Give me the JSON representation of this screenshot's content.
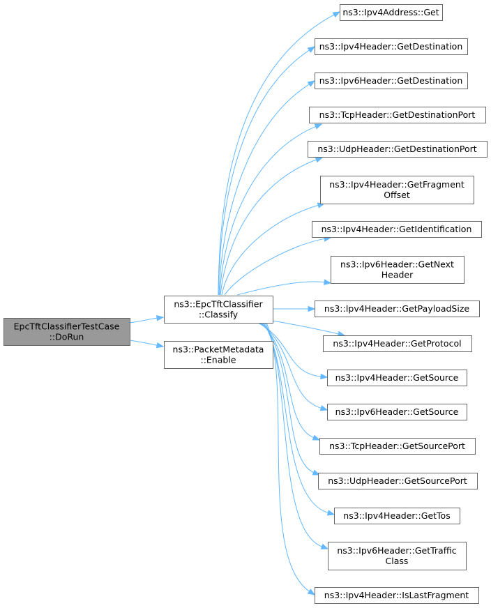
{
  "graph": {
    "root": {
      "id": "root",
      "lines": [
        "EpcTftClassifierTestCase",
        "::DoRun"
      ]
    },
    "level1": [
      {
        "id": "classify",
        "lines": [
          "ns3::EpcTftClassifier",
          "::Classify"
        ]
      },
      {
        "id": "enable",
        "lines": [
          "ns3::PacketMetadata",
          "::Enable"
        ]
      }
    ],
    "level2": [
      {
        "id": "ipv4addr_get",
        "lines": [
          "ns3::Ipv4Address::Get"
        ]
      },
      {
        "id": "ipv4_getdest",
        "lines": [
          "ns3::Ipv4Header::GetDestination"
        ]
      },
      {
        "id": "ipv6_getdest",
        "lines": [
          "ns3::Ipv6Header::GetDestination"
        ]
      },
      {
        "id": "tcp_getdestport",
        "lines": [
          "ns3::TcpHeader::GetDestinationPort"
        ]
      },
      {
        "id": "udp_getdestport",
        "lines": [
          "ns3::UdpHeader::GetDestinationPort"
        ]
      },
      {
        "id": "ipv4_getfrag",
        "lines": [
          "ns3::Ipv4Header::GetFragment",
          "Offset"
        ]
      },
      {
        "id": "ipv4_getident",
        "lines": [
          "ns3::Ipv4Header::GetIdentification"
        ]
      },
      {
        "id": "ipv6_getnext",
        "lines": [
          "ns3::Ipv6Header::GetNext",
          "Header"
        ]
      },
      {
        "id": "ipv4_getpayload",
        "lines": [
          "ns3::Ipv4Header::GetPayloadSize"
        ]
      },
      {
        "id": "ipv4_getproto",
        "lines": [
          "ns3::Ipv4Header::GetProtocol"
        ]
      },
      {
        "id": "ipv4_getsrc",
        "lines": [
          "ns3::Ipv4Header::GetSource"
        ]
      },
      {
        "id": "ipv6_getsrc",
        "lines": [
          "ns3::Ipv6Header::GetSource"
        ]
      },
      {
        "id": "tcp_getsrcport",
        "lines": [
          "ns3::TcpHeader::GetSourcePort"
        ]
      },
      {
        "id": "udp_getsrcport",
        "lines": [
          "ns3::UdpHeader::GetSourcePort"
        ]
      },
      {
        "id": "ipv4_gettos",
        "lines": [
          "ns3::Ipv4Header::GetTos"
        ]
      },
      {
        "id": "ipv6_gettraffic",
        "lines": [
          "ns3::Ipv6Header::GetTraffic",
          "Class"
        ]
      },
      {
        "id": "ipv4_islastfrag",
        "lines": [
          "ns3::Ipv4Header::IsLastFragment"
        ]
      }
    ],
    "edges": [
      [
        "root",
        "classify"
      ],
      [
        "root",
        "enable"
      ],
      [
        "classify",
        "ipv4addr_get"
      ],
      [
        "classify",
        "ipv4_getdest"
      ],
      [
        "classify",
        "ipv6_getdest"
      ],
      [
        "classify",
        "tcp_getdestport"
      ],
      [
        "classify",
        "udp_getdestport"
      ],
      [
        "classify",
        "ipv4_getfrag"
      ],
      [
        "classify",
        "ipv4_getident"
      ],
      [
        "classify",
        "ipv6_getnext"
      ],
      [
        "classify",
        "ipv4_getpayload"
      ],
      [
        "classify",
        "ipv4_getproto"
      ],
      [
        "classify",
        "ipv4_getsrc"
      ],
      [
        "classify",
        "ipv6_getsrc"
      ],
      [
        "classify",
        "tcp_getsrcport"
      ],
      [
        "classify",
        "udp_getsrcport"
      ],
      [
        "classify",
        "ipv4_gettos"
      ],
      [
        "classify",
        "ipv6_gettraffic"
      ],
      [
        "classify",
        "ipv4_islastfrag"
      ]
    ],
    "colors": {
      "edge": "#63b8ff",
      "root_fill": "#999999",
      "node_fill": "#ffffff",
      "node_border": "#666666"
    }
  }
}
